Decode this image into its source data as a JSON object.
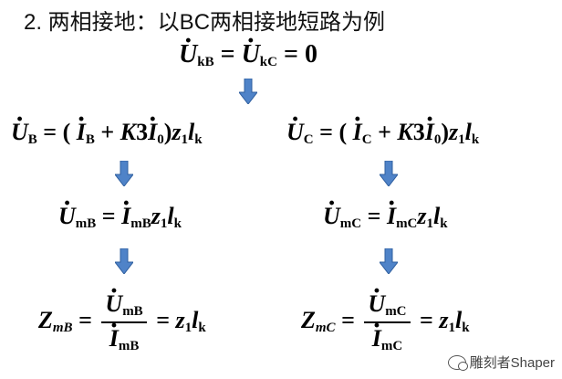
{
  "title": "2. 两相接地：以BC两相接地短路为例",
  "colors": {
    "arrow": "#4f83c8",
    "arrow_stroke": "#2f5f9f"
  },
  "eq_top": {
    "lhs": "U",
    "lhs_sub": "kB",
    "mid": "U",
    "mid_sub": "kC",
    "rhs": "= 0"
  },
  "left_eq1": {
    "v": "U",
    "v_sub": "B",
    "open": "= (",
    "i": "I",
    "i_sub": "B",
    "plus": "+",
    "k": "K",
    "three": "3",
    "i0": "I",
    "i0_sub": "0",
    "close": ")",
    "z": "z",
    "z_sub": "1",
    "l": "l",
    "l_sub": "k"
  },
  "right_eq1": {
    "v": "U",
    "v_sub": "C",
    "open": "= (",
    "i": "I",
    "i_sub": "C",
    "plus": "+",
    "k": "K",
    "three": "3",
    "i0": "I",
    "i0_sub": "0",
    "close": ")",
    "z": "z",
    "z_sub": "1",
    "l": "l",
    "l_sub": "k"
  },
  "left_eq2": {
    "v": "U",
    "v_sub": "mB",
    "eq": "=",
    "i": "I",
    "i_sub": "mB",
    "z": "z",
    "z_sub": "1",
    "l": "l",
    "l_sub": "k"
  },
  "right_eq2": {
    "v": "U",
    "v_sub": "mC",
    "eq": "=",
    "i": "I",
    "i_sub": "mC",
    "z": "z",
    "z_sub": "1",
    "l": "l",
    "l_sub": "k"
  },
  "left_eq3": {
    "zz": "Z",
    "zz_sub": "mB",
    "eq": "=",
    "num": "U",
    "num_sub": "mB",
    "den": "I",
    "den_sub": "mB",
    "eq2": "=",
    "z": "z",
    "z_sub": "1",
    "l": "l",
    "l_sub": "k"
  },
  "right_eq3": {
    "zz": "Z",
    "zz_sub": "mC",
    "eq": "=",
    "num": "U",
    "num_sub": "mC",
    "den": "I",
    "den_sub": "mC",
    "eq2": "=",
    "z": "z",
    "z_sub": "1",
    "l": "l",
    "l_sub": "k"
  },
  "watermark": {
    "text": "雕刻者Shaper",
    "icon": "wechat-icon"
  }
}
